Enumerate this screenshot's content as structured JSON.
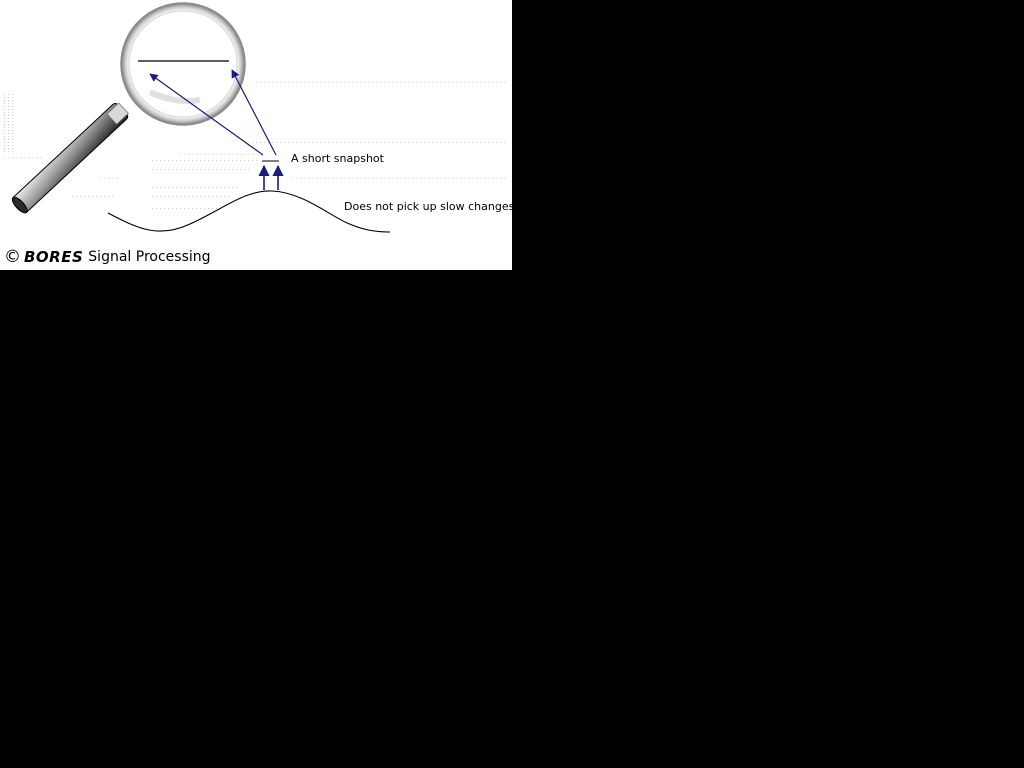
{
  "labels": {
    "snapshot": "A short snapshot",
    "slow_changes": "Does not pick up slow changes"
  },
  "credit": {
    "symbol": "©",
    "brand": "BORES",
    "name": "Signal Processing"
  },
  "colors": {
    "background": "#000000",
    "figure": "#ffffff",
    "arrow": "#1a1a80",
    "ink": "#000000"
  },
  "icons": [
    "magnifying-glass-icon"
  ]
}
